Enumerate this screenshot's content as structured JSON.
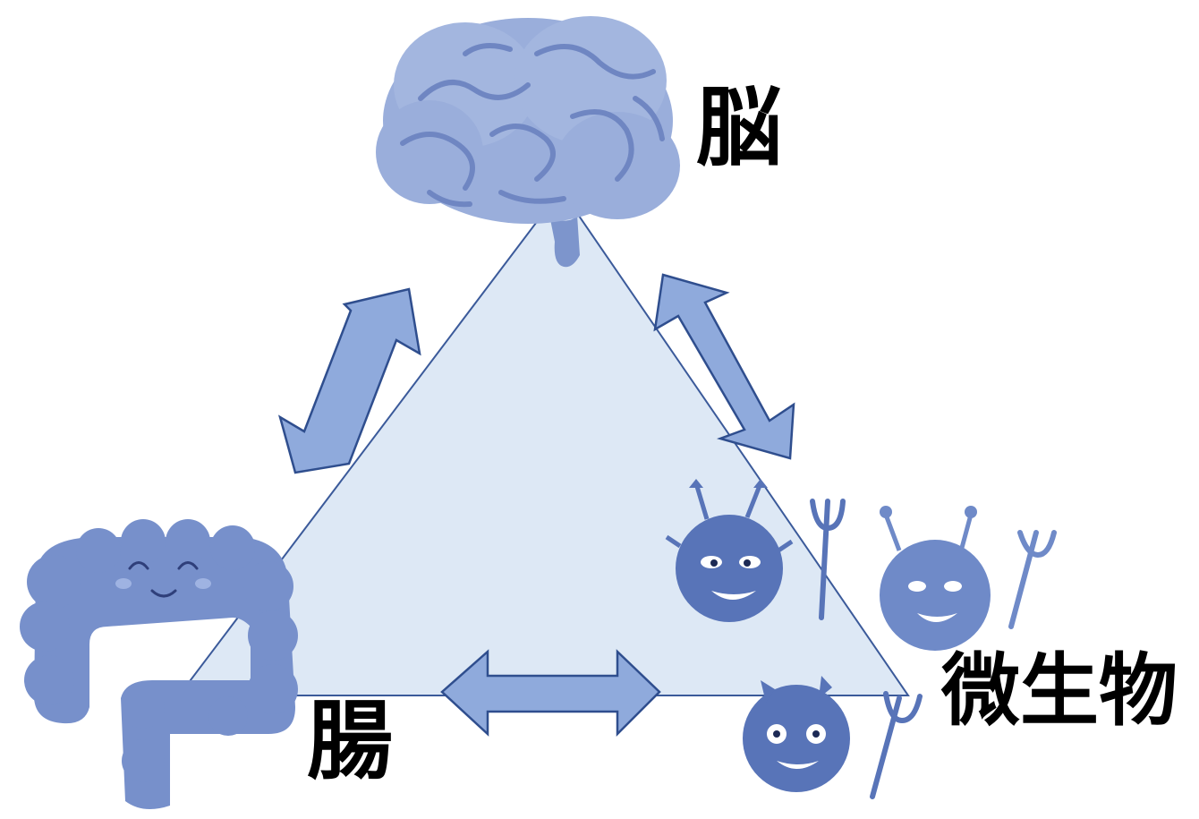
{
  "diagram": {
    "nodes": {
      "brain": {
        "label": "脳",
        "icon": "brain-icon"
      },
      "gut": {
        "label": "腸",
        "icon": "intestine-icon"
      },
      "microbes": {
        "label": "微生物",
        "icon": "microbe-devil-icon"
      }
    },
    "colors": {
      "triangle_fill": "#dde8f5",
      "triangle_stroke": "#3b5a9a",
      "arrow_fill": "#8faadc",
      "arrow_stroke": "#2f4e8e",
      "illustration": "#6a86c4",
      "illustration_dark": "#4f6cb0"
    }
  }
}
